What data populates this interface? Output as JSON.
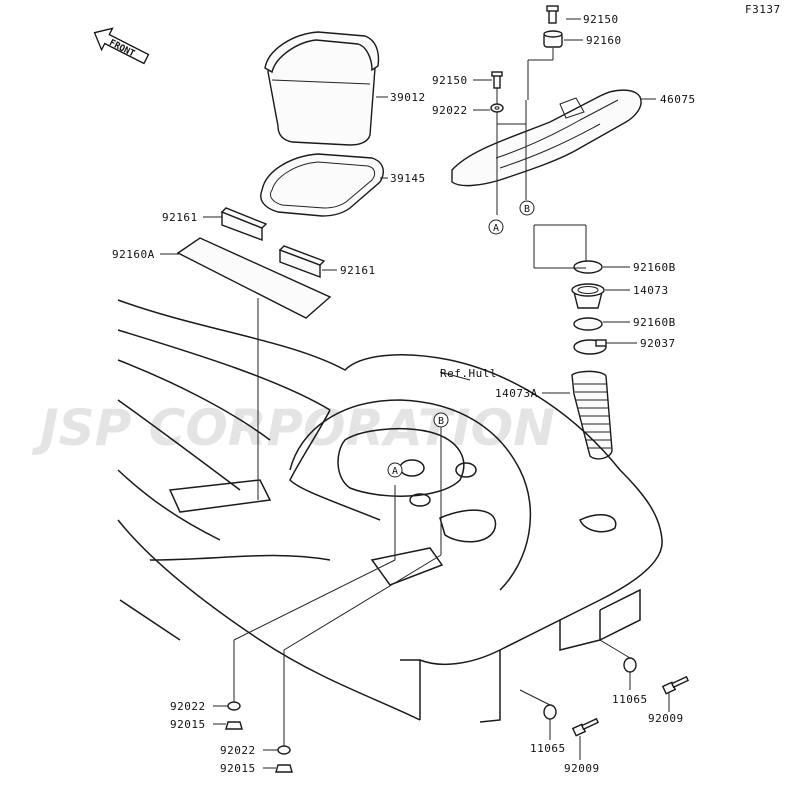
{
  "figure_code": "F3137",
  "front_label": "FRONT",
  "hull_ref": "Ref.Hull",
  "watermark": "JSP CORPORATION",
  "refs": {
    "a": "A",
    "b": "B"
  },
  "parts": {
    "p92150_top": "92150",
    "p92160": "92160",
    "p46075": "46075",
    "p92150_mid": "92150",
    "p92022_top": "92022",
    "p39012": "39012",
    "p39145": "39145",
    "p92161_left": "92161",
    "p92160A": "92160A",
    "p92161_right": "92161",
    "p92160B_top": "92160B",
    "p14073": "14073",
    "p92160B_bot": "92160B",
    "p92037": "92037",
    "p14073A": "14073A",
    "p92022_a": "92022",
    "p92015_a": "92015",
    "p92022_b": "92022",
    "p92015_b": "92015",
    "p11065_r": "11065",
    "p92009_r": "92009",
    "p11065_c": "11065",
    "p92009_c": "92009"
  }
}
